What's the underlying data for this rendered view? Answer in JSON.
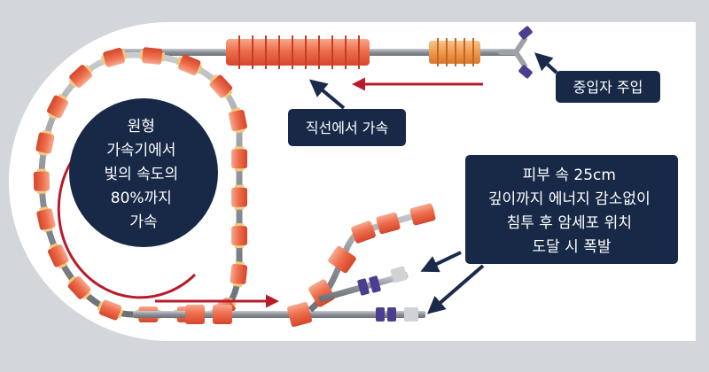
{
  "diagram": {
    "labels": {
      "injection": "중입자 주입",
      "linear_accel": "직선에서 가속",
      "circular": [
        "원형",
        "가속기에서",
        "빛의 속도의",
        "80%까지",
        "가속"
      ],
      "treatment": [
        "피부 속 25cm",
        "깊이까지 에너지 감소없이",
        "침투 후 암세포 위치",
        "도달 시 폭발"
      ]
    },
    "colors": {
      "background": "#d3d6db",
      "panel": "#ffffff",
      "beam_pipe": "#9ea2a8",
      "magnet": "#ee6e4d",
      "label_box": "#182948",
      "arrow_navy": "#1b2a4a",
      "arrow_red": "#b71c28",
      "injector": "#4a3f8f"
    }
  }
}
